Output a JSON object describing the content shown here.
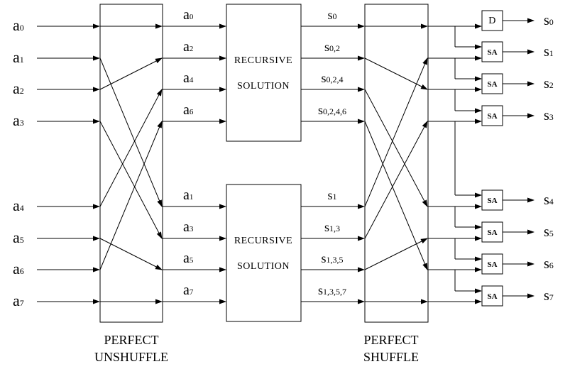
{
  "inputs": [
    {
      "base": "a",
      "sub": "0"
    },
    {
      "base": "a",
      "sub": "1"
    },
    {
      "base": "a",
      "sub": "2"
    },
    {
      "base": "a",
      "sub": "3"
    },
    {
      "base": "a",
      "sub": "4"
    },
    {
      "base": "a",
      "sub": "5"
    },
    {
      "base": "a",
      "sub": "6"
    },
    {
      "base": "a",
      "sub": "7"
    }
  ],
  "unshuffle": {
    "caption_line1": "PERFECT",
    "caption_line2": "UNSHUFFLE",
    "mapping": [
      0,
      4,
      1,
      5,
      2,
      6,
      3,
      7
    ]
  },
  "unshuffled_labels": [
    {
      "base": "a",
      "sub": "0"
    },
    {
      "base": "a",
      "sub": "2"
    },
    {
      "base": "a",
      "sub": "4"
    },
    {
      "base": "a",
      "sub": "6"
    },
    {
      "base": "a",
      "sub": "1"
    },
    {
      "base": "a",
      "sub": "3"
    },
    {
      "base": "a",
      "sub": "5"
    },
    {
      "base": "a",
      "sub": "7"
    }
  ],
  "recursive_boxes": [
    {
      "line1": "RECURSIVE",
      "line2": "SOLUTION"
    },
    {
      "line1": "RECURSIVE",
      "line2": "SOLUTION"
    }
  ],
  "partial_sums": [
    {
      "base": "s",
      "sub": "0"
    },
    {
      "base": "s",
      "sub": "0,2"
    },
    {
      "base": "s",
      "sub": "0,2,4"
    },
    {
      "base": "s",
      "sub": "0,2,4,6"
    },
    {
      "base": "s",
      "sub": "1"
    },
    {
      "base": "s",
      "sub": "1,3"
    },
    {
      "base": "s",
      "sub": "1,3,5"
    },
    {
      "base": "s",
      "sub": "1,3,5,7"
    }
  ],
  "shuffle": {
    "caption_line1": "PERFECT",
    "caption_line2": "SHUFFLE",
    "mapping": [
      0,
      2,
      4,
      6,
      1,
      3,
      5,
      7
    ]
  },
  "adders": [
    {
      "label": "D"
    },
    {
      "label": "SA"
    },
    {
      "label": "SA"
    },
    {
      "label": "SA"
    },
    {
      "label": "SA"
    },
    {
      "label": "SA"
    },
    {
      "label": "SA"
    },
    {
      "label": "SA"
    }
  ],
  "outputs": [
    {
      "base": "s",
      "sub": "0"
    },
    {
      "base": "s",
      "sub": "1"
    },
    {
      "base": "s",
      "sub": "2"
    },
    {
      "base": "s",
      "sub": "3"
    },
    {
      "base": "s",
      "sub": "4"
    },
    {
      "base": "s",
      "sub": "5"
    },
    {
      "base": "s",
      "sub": "6"
    },
    {
      "base": "s",
      "sub": "7"
    }
  ]
}
